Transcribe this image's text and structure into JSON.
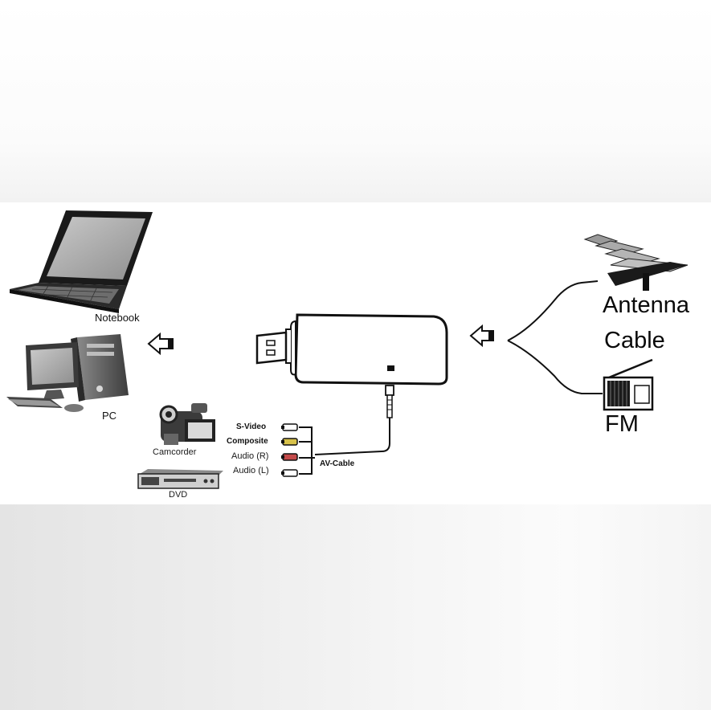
{
  "labels": {
    "notebook": "Notebook",
    "pc": "PC",
    "camcorder": "Camcorder",
    "dvd": "DVD",
    "svideo": "S-Video",
    "composite": "Composite",
    "audio_r": "Audio (R)",
    "audio_l": "Audio (L)",
    "av_cable": "AV-Cable",
    "antenna": "Antenna",
    "cable": "Cable",
    "fm": "FM"
  },
  "icons": [
    "laptop-icon",
    "desktop-pc-icon",
    "camcorder-icon",
    "dvd-player-icon",
    "usb-tv-stick-icon",
    "antenna-icon",
    "fm-radio-icon",
    "arrow-left-icon"
  ],
  "colors": {
    "line": "#111111",
    "composite_plug": "#d8c24a",
    "audio_r_plug": "#c44a4a",
    "background": "#ffffff"
  }
}
